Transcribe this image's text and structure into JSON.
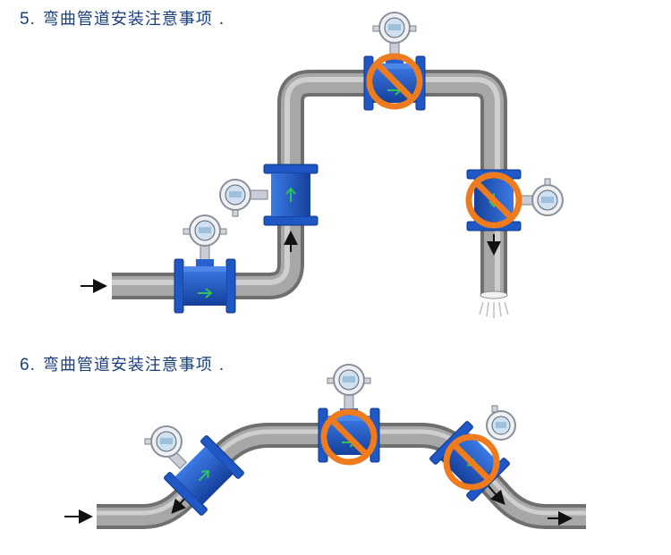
{
  "sections": [
    {
      "number": "5.",
      "title": "弯曲管道安装注意事项 ."
    },
    {
      "number": "6.",
      "title": "弯曲管道安装注意事项 ."
    }
  ],
  "colors": {
    "pipe": "#8c8c8c",
    "meter_blue": "#1f57c4",
    "prohibit": "#ef7b1f",
    "flow_arrow": "#2aa84a"
  },
  "icons": [
    "flowmeter-icon",
    "prohibited-icon",
    "flow-arrow-icon",
    "water-drip-icon"
  ]
}
